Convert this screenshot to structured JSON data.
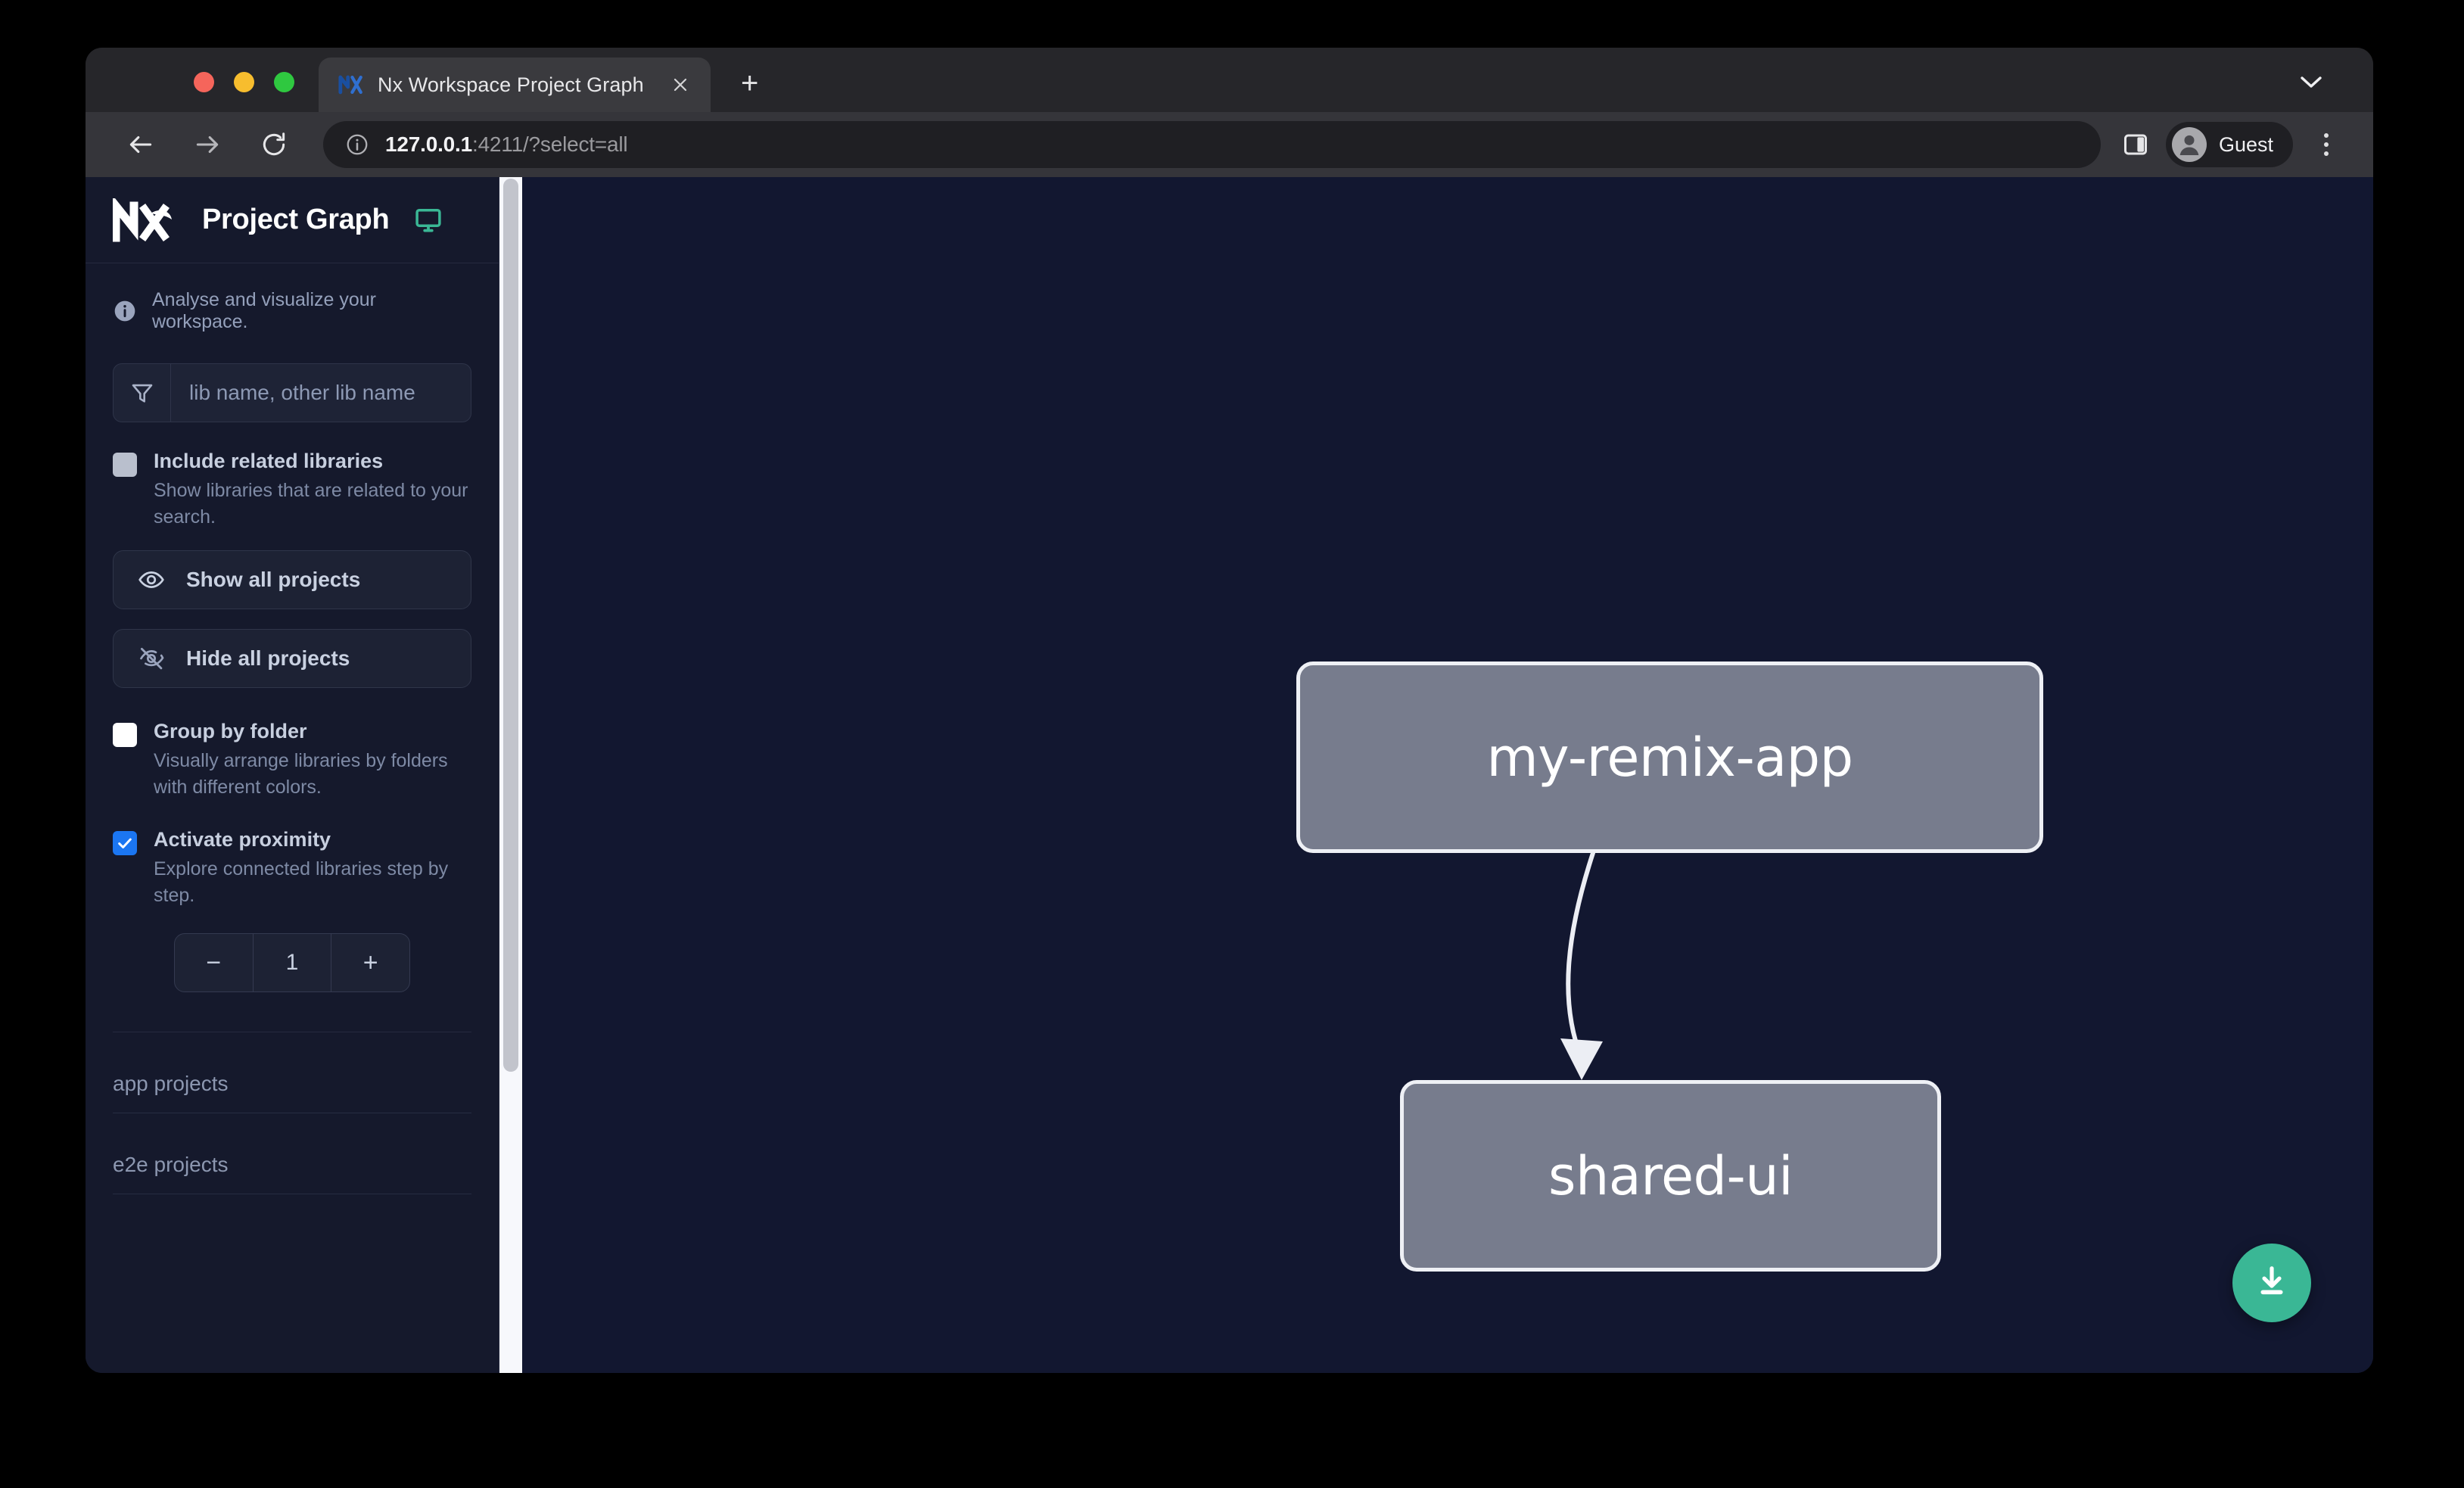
{
  "browser": {
    "tab": {
      "title": "Nx Workspace Project Graph",
      "favicon_icon": "nx-favicon-icon",
      "close_icon": "close-icon"
    },
    "new_tab_label": "+",
    "tab_list_icon": "chevron-down-icon",
    "toolbar": {
      "back_icon": "arrow-left-icon",
      "forward_icon": "arrow-right-icon",
      "reload_icon": "reload-icon",
      "info_icon": "info-circle-icon",
      "url_host": "127.0.0.1",
      "url_rest": ":4211/?select=all",
      "side_panel_icon": "side-panel-icon",
      "profile_icon": "account-avatar-icon",
      "profile_name": "Guest",
      "menu_icon": "kebab-menu-icon"
    }
  },
  "sidebar": {
    "logo_icon": "nx-logo-icon",
    "title": "Project Graph",
    "monitor_icon": "monitor-icon",
    "monitor_color": "#3ab795",
    "tagline_icon": "info-circle-icon",
    "tagline": "Analyse and visualize your workspace.",
    "search": {
      "icon": "filter-funnel-icon",
      "placeholder": "lib name, other lib name",
      "value": ""
    },
    "options": [
      {
        "id": "include-related-libraries",
        "label": "Include related libraries",
        "description": "Show libraries that are related to your search.",
        "checked": false,
        "box_style": "off-grey"
      },
      {
        "id": "group-by-folder",
        "label": "Group by folder",
        "description": "Visually arrange libraries by folders with different colors.",
        "checked": false,
        "box_style": "off-white"
      },
      {
        "id": "activate-proximity",
        "label": "Activate proximity",
        "description": "Explore connected libraries step by step.",
        "checked": true,
        "box_style": "on"
      }
    ],
    "buttons": [
      {
        "id": "show-all-projects",
        "label": "Show all projects",
        "icon": "eye-icon"
      },
      {
        "id": "hide-all-projects",
        "label": "Hide all projects",
        "icon": "eye-off-icon"
      }
    ],
    "stepper": {
      "decrement_label": "−",
      "value": "1",
      "increment_label": "+"
    },
    "project_groups": [
      {
        "id": "app-projects",
        "title": "app projects"
      },
      {
        "id": "e2e-projects",
        "title": "e2e projects"
      }
    ]
  },
  "graph": {
    "background_color": "#121730",
    "node_fill": "#777c8d",
    "node_border": "#eef0f5",
    "edge_color": "#eceef4",
    "nodes": [
      {
        "id": "my-remix-app",
        "label": "my-remix-app"
      },
      {
        "id": "shared-ui",
        "label": "shared-ui"
      }
    ],
    "edges": [
      {
        "from": "my-remix-app",
        "to": "shared-ui"
      }
    ],
    "download_button": {
      "icon": "download-icon",
      "color": "#3ab795"
    }
  }
}
